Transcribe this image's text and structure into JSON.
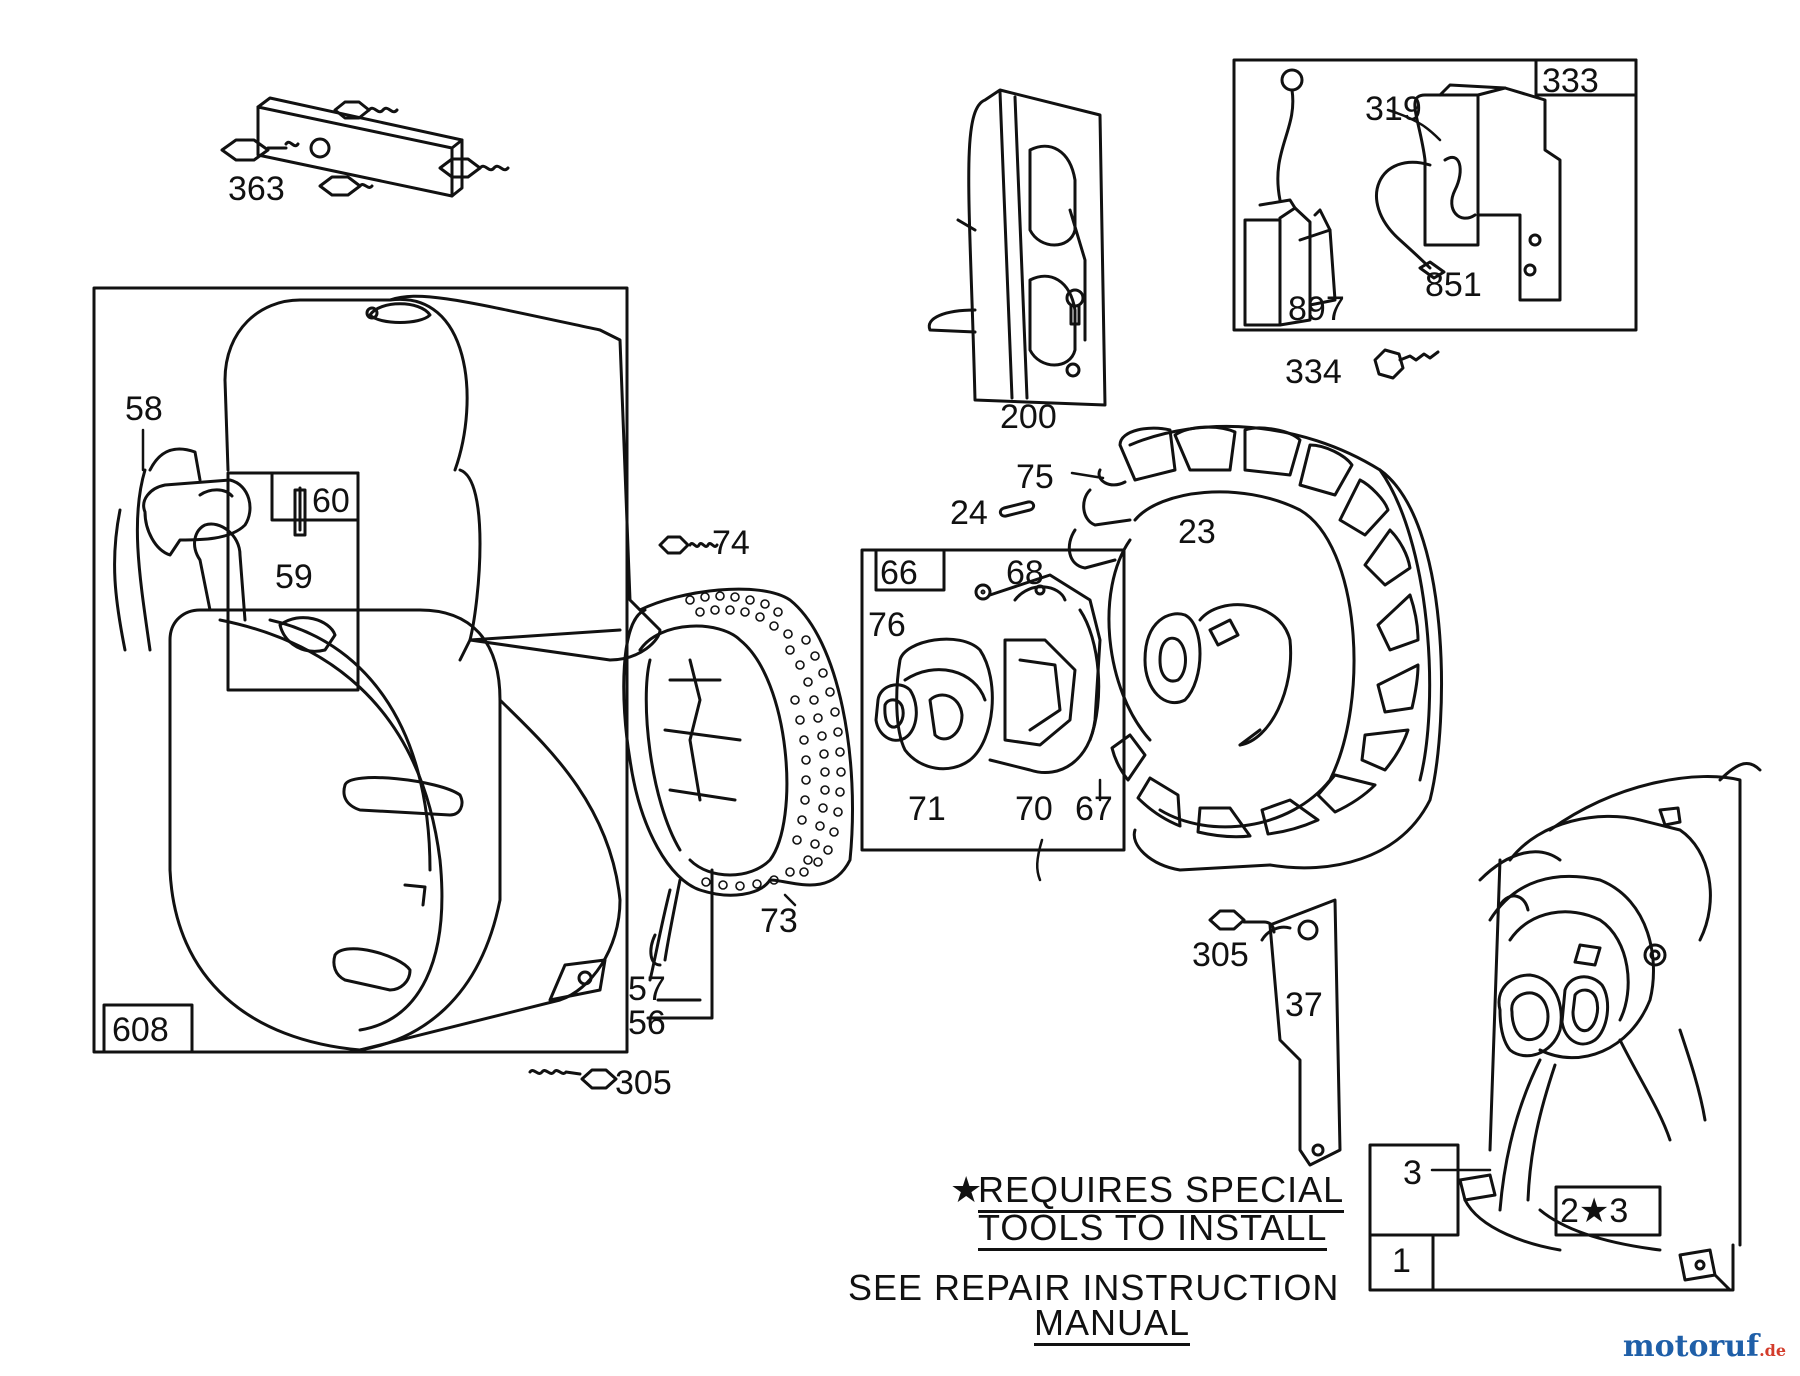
{
  "labels": {
    "p363": "363",
    "p200": "200",
    "p333": "333",
    "p319": "319",
    "p897": "897",
    "p851": "851",
    "p334": "334",
    "p58": "58",
    "p60": "60",
    "p59": "59",
    "p74": "74",
    "p75": "75",
    "p24": "24",
    "p23": "23",
    "p66": "66",
    "p68": "68",
    "p76": "76",
    "p71": "71",
    "p70": "70",
    "p67": "67",
    "p73": "73",
    "p57": "57",
    "p56": "56",
    "p608": "608",
    "p305a": "305",
    "p305b": "305",
    "p37": "37",
    "p3a": "3",
    "p2s3": "2★3",
    "p1": "1"
  },
  "notes": {
    "special_line1": "REQUIRES SPECIAL",
    "special_line2": "TOOLS TO INSTALL",
    "special_star": "★",
    "repair_line1": "SEE REPAIR INSTRUCTION",
    "repair_line2": "MANUAL"
  },
  "watermark": {
    "brand": "motoruf",
    "tld": ".de"
  }
}
